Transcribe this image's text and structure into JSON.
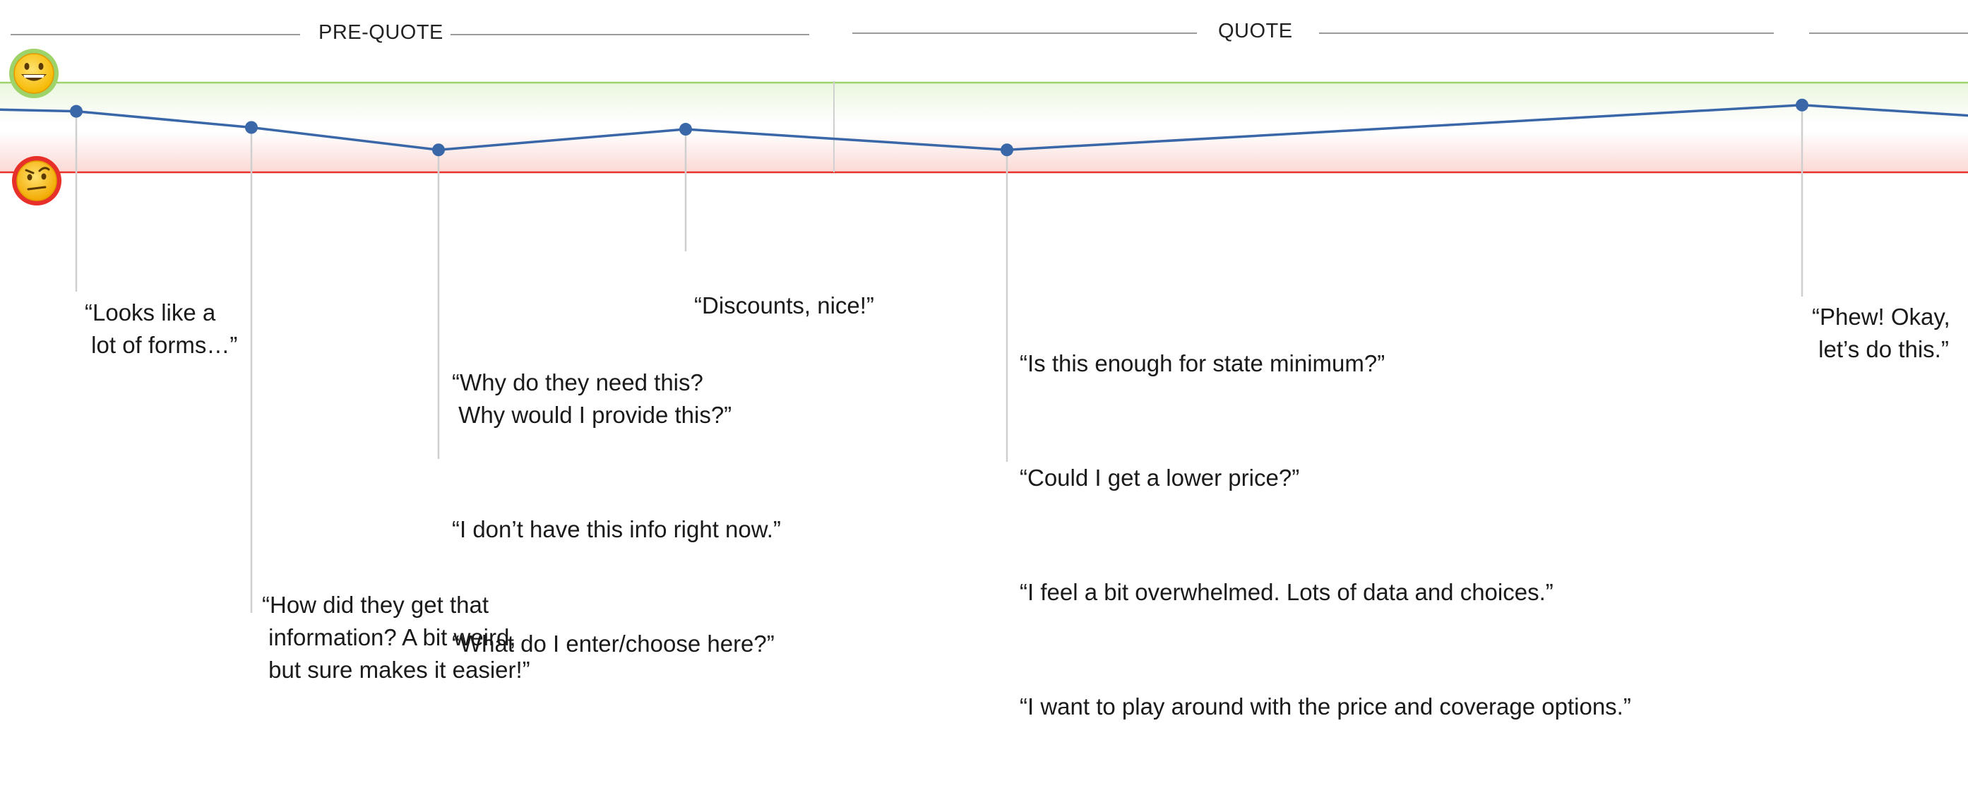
{
  "phases": [
    {
      "label": "PRE-QUOTE"
    },
    {
      "label": "QUOTE"
    }
  ],
  "mood_scale": {
    "top_icon": "grinning-face-icon",
    "bottom_icon": "raised-eyebrow-face-icon",
    "top_color": "#9ed36a",
    "bottom_color": "#e8302a",
    "line_color": "#3a67a8"
  },
  "chart_data": {
    "type": "line",
    "series": [
      {
        "values": [
          0.7,
          0.68,
          0.5,
          0.25,
          0.48,
          0.25,
          0.75,
          0.63
        ]
      }
    ],
    "points": [
      {
        "quotes": [
          "“Looks like a\n lot of forms…”"
        ]
      },
      {
        "quotes": [
          "“How did they get that\n information? A bit weird,\n but sure makes it easier!”"
        ]
      },
      {
        "quotes": [
          "“Why do they need this?\n Why would I provide this?”",
          "“I don’t have this info right now.”",
          "“What do I enter/choose here?”"
        ]
      },
      {
        "quotes": [
          "“Discounts, nice!”"
        ]
      },
      {
        "quotes": [
          "“Is this enough for state minimum?”",
          "“Could I get a lower price?”",
          "“I feel a bit overwhelmed. Lots of data and choices.”",
          "“I want to play around with the price and coverage options.”"
        ]
      },
      {
        "quotes": [
          "“Phew! Okay,\n let’s do this.”"
        ]
      }
    ],
    "ylim": [
      0,
      1
    ]
  }
}
